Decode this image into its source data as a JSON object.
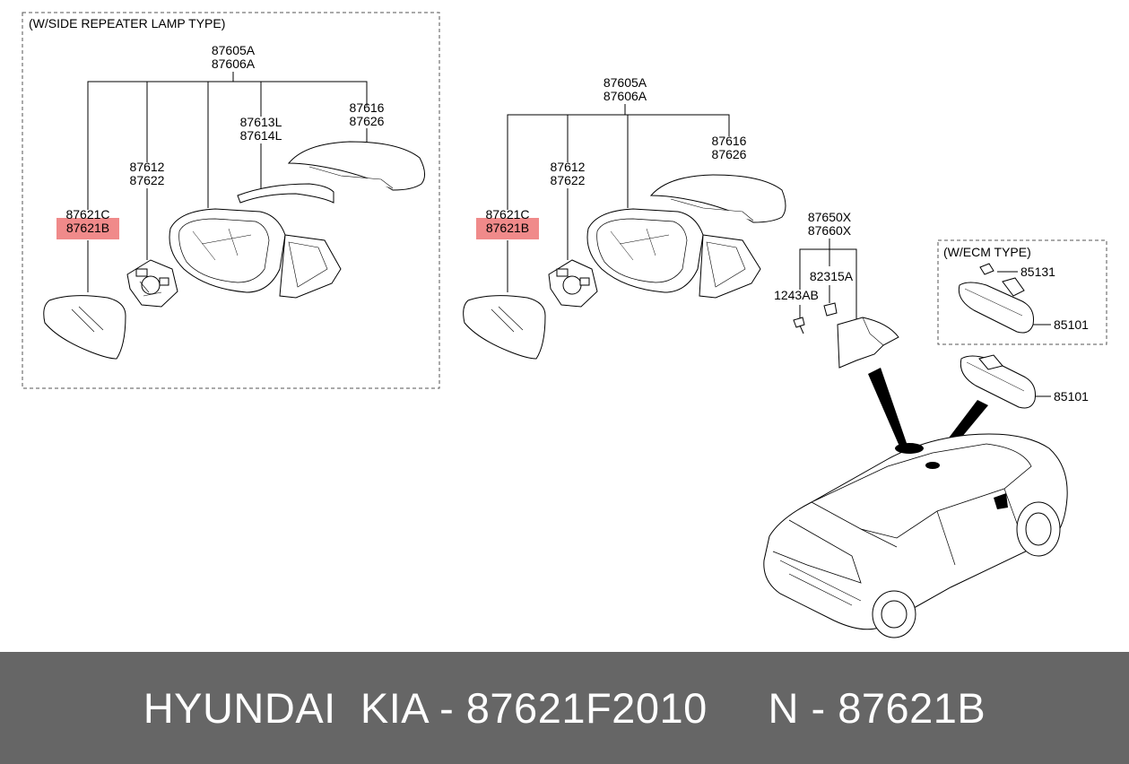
{
  "colors": {
    "highlight": "#f08a8a",
    "footer_bg": "#666666",
    "footer_text": "#ffffff",
    "line": "#000000"
  },
  "left_panel": {
    "title": "(W/SIDE REPEATER LAMP TYPE)",
    "assy_1": "87605A",
    "assy_2": "87606A",
    "cover_1": "87616",
    "cover_2": "87626",
    "lamp_1": "87613L",
    "lamp_2": "87614L",
    "actuator_1": "87612",
    "actuator_2": "87622",
    "glass_1": "87621C",
    "glass_2": "87621B"
  },
  "center": {
    "assy_1": "87605A",
    "assy_2": "87606A",
    "cover_1": "87616",
    "cover_2": "87626",
    "actuator_1": "87612",
    "actuator_2": "87622",
    "glass_1": "87621C",
    "glass_2": "87621B"
  },
  "inside_mirror": {
    "cover_1": "87650X",
    "cover_2": "87660X",
    "clip": "82315A",
    "screw": "1243AB",
    "mirror": "85101"
  },
  "ecm_panel": {
    "title": "(W/ECM TYPE)",
    "sensor": "85131",
    "mirror": "85101"
  },
  "footer": {
    "text": "HYUNDAI  KIA - 87621F2010     N - 87621B"
  }
}
